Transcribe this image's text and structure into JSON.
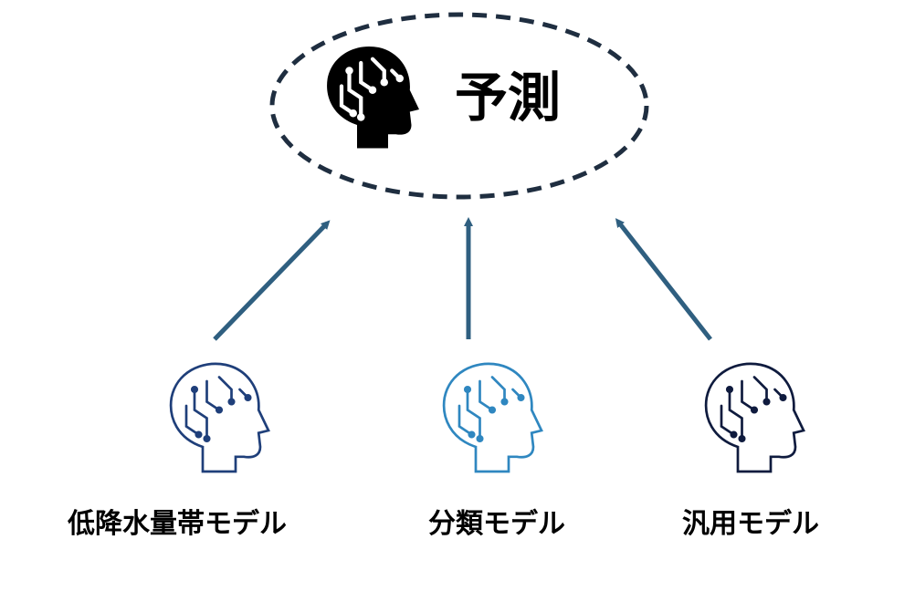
{
  "top_node": {
    "label": "予測",
    "icon": "ai-head-icon",
    "border_color": "#1f2e40"
  },
  "models": [
    {
      "label": "低降水量帯モデル",
      "icon": "ai-head-outline-icon",
      "color": "#1f3f7a"
    },
    {
      "label": "分類モデル",
      "icon": "ai-head-outline-icon",
      "color": "#2f87c0"
    },
    {
      "label": "汎用モデル",
      "icon": "ai-head-outline-icon",
      "color": "#0f1b3e"
    }
  ],
  "arrow_color": "#2f5f80"
}
